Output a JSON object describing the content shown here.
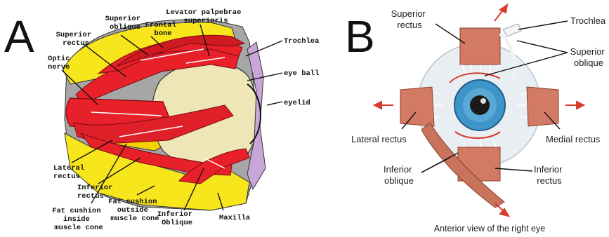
{
  "panels": {
    "a": {
      "letter": "A",
      "labels": {
        "superior_oblique": [
          "Superior",
          "oblique"
        ],
        "frontal_bone": [
          "Frontal",
          "bone"
        ],
        "levator": [
          "Levator palpebrae",
          "superioris"
        ],
        "superior_rectus": [
          "Superior",
          "rectus"
        ],
        "trochlea": "Trochlea",
        "optic_nerve": [
          "Optic",
          "nerve"
        ],
        "eye_ball": "eye ball",
        "eyelid": "eyelid",
        "lateral_rectus": [
          "Lateral",
          "rectus"
        ],
        "inferior_rectus": [
          "Inferior",
          "rectus"
        ],
        "fat_inside": [
          "Fat cushion",
          "inside",
          "muscle cone"
        ],
        "fat_outside": [
          "Fat cushion",
          "outside",
          "muscle cone"
        ],
        "inferior_oblique": [
          "Inferior",
          "Oblique"
        ],
        "maxilla": "Maxilla"
      }
    },
    "b": {
      "letter": "B",
      "labels": {
        "superior_rectus": [
          "Superior",
          "rectus"
        ],
        "trochlea": "Trochlea",
        "superior_oblique": [
          "Superior",
          "oblique"
        ],
        "lateral_rectus": "Lateral rectus",
        "medial_rectus": "Medial rectus",
        "inferior_oblique": [
          "Inferior",
          "oblique"
        ],
        "inferior_rectus": [
          "Inferior",
          "rectus"
        ]
      },
      "caption": "Anterior view of the right eye"
    }
  },
  "colors": {
    "muscle_red": "#e8202a",
    "fat_yellow": "#f7e61c",
    "globe_cream": "#efe6b8",
    "bone_grey": "#a0a0a0",
    "eyelid_lavender": "#c9a6d8",
    "iris_blue": "#3f95c8",
    "muscle_tan": "#d27a63",
    "arrow_red": "#d93a2b"
  }
}
